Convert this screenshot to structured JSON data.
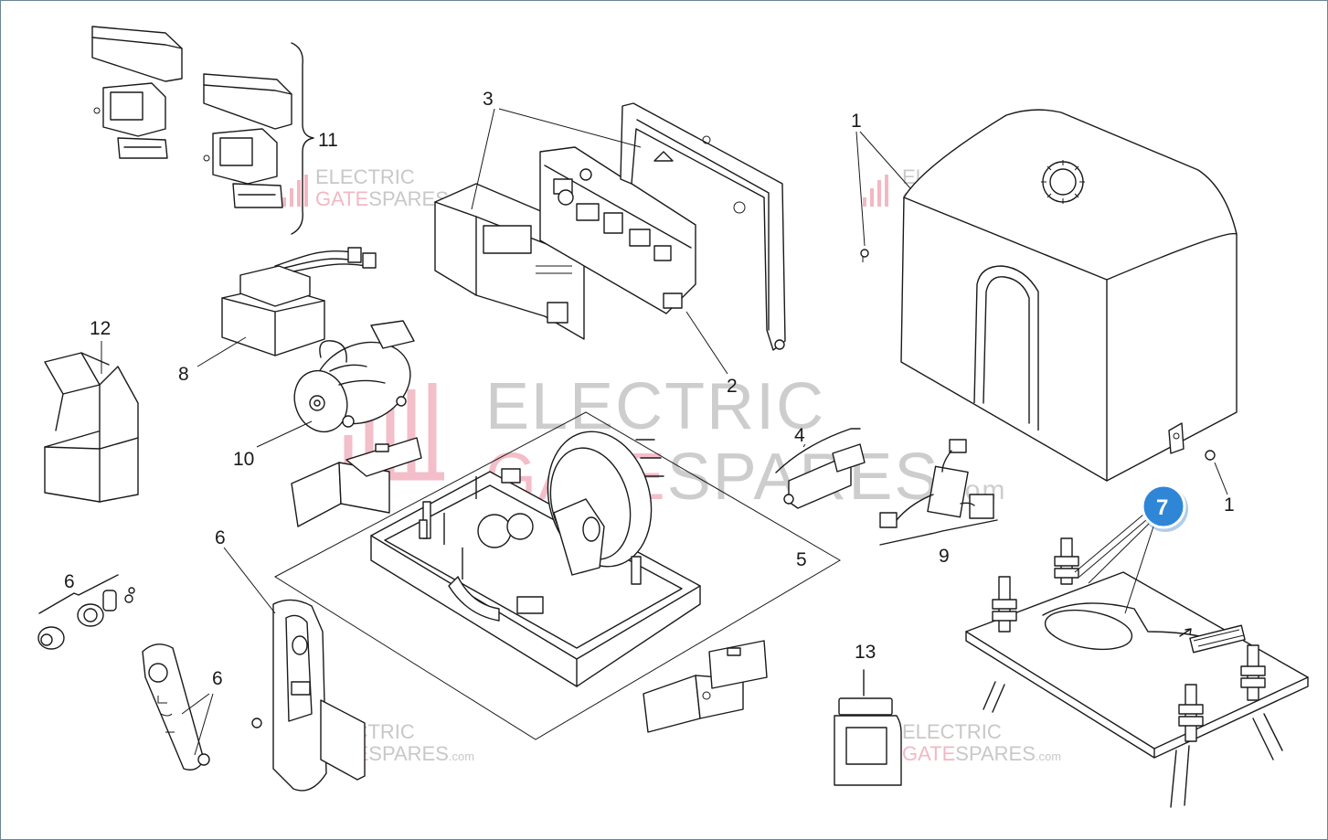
{
  "watermark": {
    "part1": "ELECTRIC",
    "part2a": "GATE",
    "part2b": "SPARES",
    "suffix": ".com",
    "color_grey": "#c8c8c8",
    "color_pink": "#f2b8c4"
  },
  "callouts": {
    "c1a": "1",
    "c1b": "1",
    "c2": "2",
    "c3": "3",
    "c4": "4",
    "c5": "5",
    "c6a": "6",
    "c6b": "6",
    "c6c": "6",
    "c8": "8",
    "c9": "9",
    "c10": "10",
    "c11": "11",
    "c12": "12",
    "c13": "13"
  },
  "badge": {
    "label": "7",
    "color": "#2f86d6"
  }
}
